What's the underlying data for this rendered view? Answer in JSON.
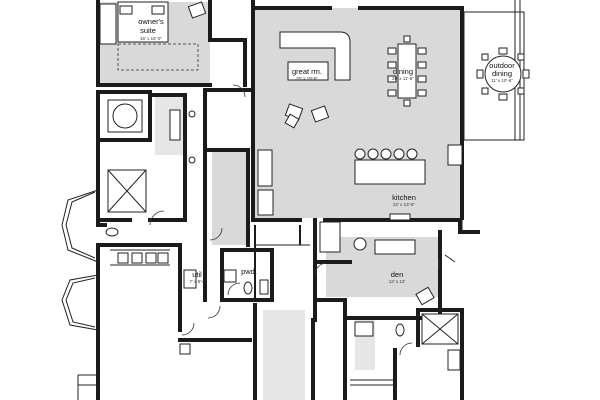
{
  "plan": {
    "rooms": [
      {
        "id": "owners-suite",
        "name_line1": "owner's",
        "name_line2": "suite",
        "dims": "16' x 15'-0\""
      },
      {
        "id": "great-room",
        "name": "great rm.",
        "dims": "25' x 19'-6\""
      },
      {
        "id": "dining",
        "name": "dining",
        "dims": "20' x 11'-6\""
      },
      {
        "id": "outdoor-dining",
        "name_line1": "outdoor",
        "name_line2": "dining",
        "dims": "11' x 10'-6\""
      },
      {
        "id": "kitchen",
        "name": "kitchen",
        "dims": "22' x 13'-6\""
      },
      {
        "id": "den",
        "name": "den",
        "dims": "12' x 12'"
      },
      {
        "id": "util",
        "name": "util",
        "dims": "7' x 8'-6\""
      },
      {
        "id": "pwd",
        "name": "pwd."
      }
    ],
    "colors": {
      "wall": "#1b1b1b",
      "shaded_floor": "#d9d9d9",
      "background": "#ffffff"
    }
  }
}
